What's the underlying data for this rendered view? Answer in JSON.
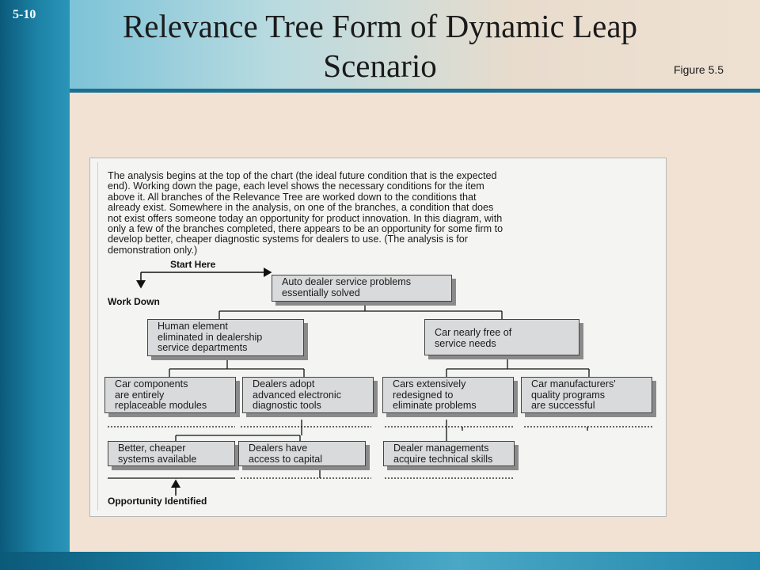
{
  "slide": {
    "number": "5-10",
    "title_line1": "Relevance Tree Form of Dynamic Leap",
    "title_line2": "Scenario",
    "figure_label": "Figure 5.5"
  },
  "figure": {
    "intro_lines": [
      "The analysis begins at the top of the chart (the ideal future condition that is the expected",
      "end).  Working down the page, each level shows the necessary conditions for the item",
      "above it.  All branches of the Relevance Tree are worked down to the conditions that",
      "already exist.  Somewhere in the analysis, on one of the branches, a condition that does",
      "not exist offers someone today an opportunity for product innovation.  In this diagram, with",
      "only a few of the branches completed, there appears to be an opportunity for some firm to",
      "develop better, cheaper diagnostic systems for dealers to use.  (The analysis is for",
      "demonstration only.)"
    ],
    "start_here": "Start Here",
    "work_down": "Work Down",
    "opportunity": "Opportunity Identified",
    "nodes": {
      "root": [
        "Auto dealer service problems",
        "essentially solved"
      ],
      "human": [
        "Human element",
        "eliminated in dealership",
        "service departments"
      ],
      "car_free": [
        "Car nearly free of",
        "service needs"
      ],
      "components": [
        "Car components",
        "are entirely",
        "replaceable modules"
      ],
      "dealers_adopt": [
        "Dealers adopt",
        "advanced electronic",
        "diagnostic tools"
      ],
      "redesigned": [
        "Cars extensively",
        "redesigned to",
        "eliminate problems"
      ],
      "quality": [
        "Car manufacturers'",
        "quality programs",
        "are successful"
      ],
      "cheaper": [
        "Better, cheaper",
        "systems available"
      ],
      "capital": [
        "Dealers have",
        "access to capital"
      ],
      "management": [
        "Dealer managements",
        "acquire technical skills"
      ]
    }
  }
}
